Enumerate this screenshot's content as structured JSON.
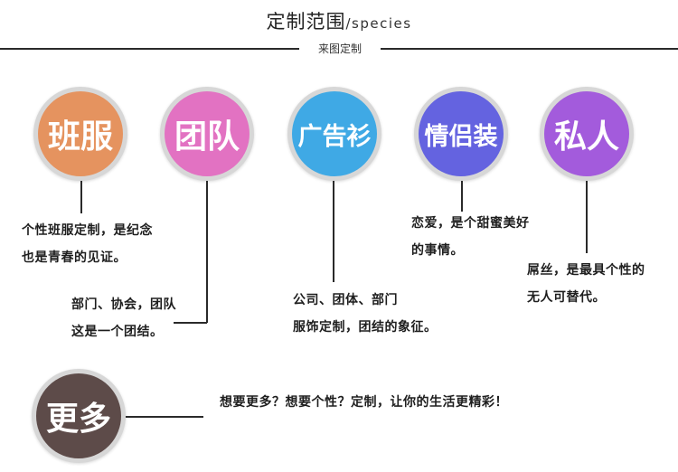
{
  "header": {
    "title": "定制范围",
    "title_en": "/species",
    "subtitle": "来图定制"
  },
  "categories": [
    {
      "label": "班服",
      "color": "#e5935f",
      "desc": [
        "个性班服定制，是纪念",
        "也是青春的见证。"
      ]
    },
    {
      "label": "团队",
      "color": "#e272c2",
      "desc": [
        "部门、协会，团队",
        "这是一个团结。"
      ]
    },
    {
      "label": "广告衫",
      "color": "#3fa9e5",
      "desc": [
        "公司、团体、部门",
        "服饰定制，团结的象征。"
      ]
    },
    {
      "label": "情侣装",
      "color": "#6463e0",
      "desc": [
        "恋爱，是个甜蜜美好",
        "的事情。"
      ]
    },
    {
      "label": "私人",
      "color": "#a35bdc",
      "desc": [
        "屌丝，是最具个性的",
        "无人可替代。"
      ]
    }
  ],
  "more": {
    "label": "更多",
    "color": "#5d4b49",
    "desc": "想要更多？想要个性？定制，让你的生活更精彩！"
  }
}
